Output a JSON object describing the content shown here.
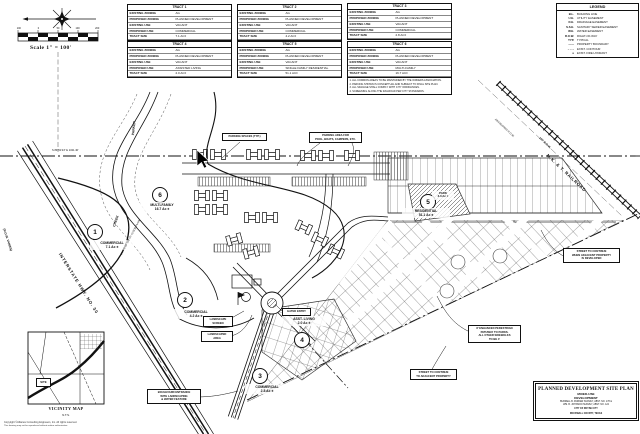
{
  "colors": {
    "ink": "#111111",
    "paper": "#ffffff",
    "faint": "#666666"
  },
  "compass_scale": {
    "scale_label": "Scale 1\" = 100'",
    "ticks": [
      "100",
      "0",
      "50",
      "100",
      "200"
    ]
  },
  "tract_tables": [
    {
      "title": "TRACT 1",
      "rows": [
        {
          "label": "EXISTING ZONING",
          "value": "AG"
        },
        {
          "label": "PROPOSED ZONING",
          "value": "PLANNED DEVELOPMENT"
        },
        {
          "label": "EXISTING USE",
          "value": "VACANT"
        },
        {
          "label": "PROPOSED USE",
          "value": "COMMERCIAL"
        },
        {
          "label": "TRACT SIZE",
          "value": "7.1 AC±"
        }
      ]
    },
    {
      "title": "TRACT 2",
      "rows": [
        {
          "label": "EXISTING ZONING",
          "value": "AG"
        },
        {
          "label": "PROPOSED ZONING",
          "value": "PLANNED DEVELOPMENT"
        },
        {
          "label": "EXISTING USE",
          "value": "VACANT"
        },
        {
          "label": "PROPOSED USE",
          "value": "COMMERCIAL"
        },
        {
          "label": "TRACT SIZE",
          "value": "4.2 AC±"
        }
      ]
    },
    {
      "title": "TRACT 3",
      "rows": [
        {
          "label": "EXISTING ZONING",
          "value": "AG"
        },
        {
          "label": "PROPOSED ZONING",
          "value": "PLANNED DEVELOPMENT"
        },
        {
          "label": "EXISTING USE",
          "value": "VACANT"
        },
        {
          "label": "PROPOSED USE",
          "value": "COMMERCIAL"
        },
        {
          "label": "TRACT SIZE",
          "value": "2.8 AC±"
        }
      ]
    },
    {
      "title": "TRACT 4",
      "rows": [
        {
          "label": "EXISTING ZONING",
          "value": "AG"
        },
        {
          "label": "PROPOSED ZONING",
          "value": "PLANNED DEVELOPMENT"
        },
        {
          "label": "EXISTING USE",
          "value": "VACANT"
        },
        {
          "label": "PROPOSED USE",
          "value": "ASSISTED LIVING"
        },
        {
          "label": "TRACT SIZE",
          "value": "2.0 AC±"
        }
      ]
    },
    {
      "title": "TRACT 5",
      "rows": [
        {
          "label": "EXISTING ZONING",
          "value": "AG"
        },
        {
          "label": "PROPOSED ZONING",
          "value": "PLANNED DEVELOPMENT"
        },
        {
          "label": "EXISTING USE",
          "value": "VACANT"
        },
        {
          "label": "PROPOSED USE",
          "value": "SINGLE FAMILY RESIDENTIAL"
        },
        {
          "label": "TRACT SIZE",
          "value": "51.1 AC±"
        }
      ]
    },
    {
      "title": "TRACT 6",
      "rows": [
        {
          "label": "EXISTING ZONING",
          "value": "AG"
        },
        {
          "label": "PROPOSED ZONING",
          "value": "PLANNED DEVELOPMENT"
        },
        {
          "label": "EXISTING USE",
          "value": "VACANT"
        },
        {
          "label": "PROPOSED USE",
          "value": "MULTI-FAMILY"
        },
        {
          "label": "TRACT SIZE",
          "value": "16.7 AC±"
        }
      ],
      "notes": [
        "1. ALL COMMON AREAS TO BE MAINTAINED BY THE OWNERS ASSOCIATION.",
        "2. PARKING SHOWN IS CONCEPTUAL AND SUBJECT TO FINAL SITE PLAN.",
        "3. ALL SIGNAGE SHALL COMPLY WITH CITY ORDINANCES.",
        "4. SCREENING ALONG THE RAILROAD PER CITY STANDARDS."
      ]
    }
  ],
  "legend": {
    "title": "LEGEND",
    "rows": [
      {
        "sym": "B.L.",
        "desc": "BUILDING LINE"
      },
      {
        "sym": "U.E.",
        "desc": "UTILITY EASEMENT"
      },
      {
        "sym": "D.E.",
        "desc": "DRAINAGE EASEMENT"
      },
      {
        "sym": "S.S.E.",
        "desc": "SANITARY SEWER EASEMENT"
      },
      {
        "sym": "W.E.",
        "desc": "WATER EASEMENT"
      },
      {
        "sym": "R.O.W.",
        "desc": "RIGHT-OF-WAY"
      },
      {
        "sym": "TYP.",
        "desc": "TYPICAL"
      },
      {
        "sym": "——",
        "desc": "PROPERTY BOUNDARY"
      },
      {
        "sym": "– – –",
        "desc": "EXIST. CONTOUR"
      },
      {
        "sym": "●",
        "desc": "EXIST. FIRE HYDRANT"
      }
    ]
  },
  "plan": {
    "tracts": [
      {
        "num": "1",
        "name": "COMMERCIAL",
        "area": "7.1 Ac ±"
      },
      {
        "num": "2",
        "name": "COMMERCIAL",
        "area": "4.2 Ac ±"
      },
      {
        "num": "3",
        "name": "COMMERCIAL",
        "area": "2.8 Ac ±"
      },
      {
        "num": "4",
        "name": "ASST. LIVING",
        "area": "2.0 Ac ±"
      },
      {
        "num": "5",
        "name": "RESIDENTIAL",
        "area": "51.1 Ac ±"
      },
      {
        "num": "6",
        "name": "MULTI-FAMILY",
        "area": "16.7 Ac ±"
      }
    ],
    "park": {
      "name": "PARK",
      "area": "3.3 Ac ±"
    },
    "roads": {
      "interstate": "INTERSTATE HWY. NO. 30",
      "interstate_row": "(R.O.W. VARIES)",
      "railroad": "M.K. & T. RAILROAD",
      "railroad_row": "100' R.O.W.",
      "abandoned_row": "ABANDONED R.O.W.",
      "creek_upper": "PARKER",
      "creek_lower": "CREEK",
      "flood": "LIMITS OF 100 YR. FLOOD PLAIN",
      "bearing": "S 89°51'24\" E   1321.40'"
    },
    "callouts": {
      "parking_typ": "PARKING SPACES (TYP.)",
      "pool_parking": [
        "PARKING AREA FOR",
        "POOL, BOATS, CAMPERS, ETC."
      ],
      "gated": "GATED ENTRY",
      "screen": "LANDSCAPE SCREEN",
      "land_area": [
        "LANDSCAPED",
        "AREA"
      ],
      "note_ne": [
        "STREET TO CONTINUE",
        "WHEN ADJACENT PROPERTY",
        "IS DEVELOPED"
      ],
      "note_ped": [
        "8' ENHANCED PEDESTRIAN",
        "PATHWAY TO PARKS.",
        "ALL OTHER SIDEWALKS",
        "TO BE 4'"
      ],
      "note_sw": [
        "STREET TO CONTINUE",
        "TO ADJACENT PROPERTY"
      ],
      "note_blvd": [
        "BOULEVARD ENTRANCE",
        "WITH LANDSCAPING",
        "& WATER FEATURE"
      ]
    }
  },
  "vicinity": {
    "site": "SITE",
    "title": "VICINITY MAP",
    "scale": "N.T.S."
  },
  "titleblock": {
    "title": "PLANNED DEVELOPMENT SITE PLAN",
    "sub1": "MIXED-USE",
    "sub2": "DEVELOPMENT",
    "line1": "BURRELL B. PARKER SURVEY, ABST. NO. 178 &",
    "line2": "WM. B. JOHNSON SURVEY, ABST. NO. 124",
    "line3": "CITY OF ROYSE CITY",
    "line4": "ROCKWALL COUNTY, TEXAS"
  },
  "copyright": {
    "line1": "Copyright ©Alliance Consulting Engineers, Inc.   All rights reserved.",
    "line2": "This drawing may not be reproduced without written authorization."
  }
}
